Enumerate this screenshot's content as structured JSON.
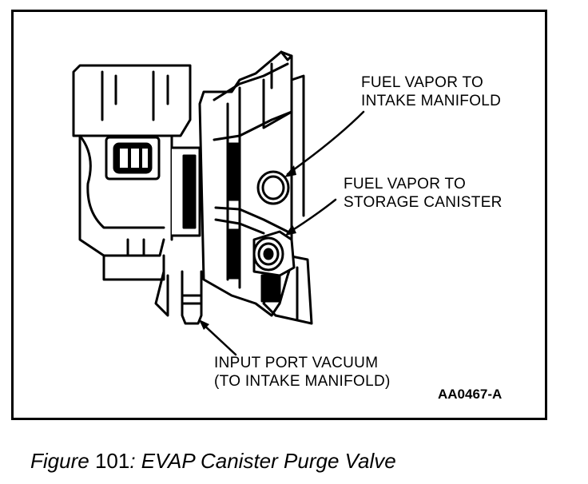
{
  "labels": {
    "fuel_vapor_intake_line1": "FUEL VAPOR TO",
    "fuel_vapor_intake_line2": "INTAKE MANIFOLD",
    "fuel_vapor_canister_line1": "FUEL VAPOR TO",
    "fuel_vapor_canister_line2": "STORAGE CANISTER",
    "input_port_line1": "INPUT PORT VACUUM",
    "input_port_line2": "(TO INTAKE MANIFOLD)"
  },
  "part_code": "AA0467-A",
  "caption": {
    "figure_word": "Figure",
    "number": "101",
    "separator": ":",
    "title": "EVAP Canister Purge Valve"
  }
}
